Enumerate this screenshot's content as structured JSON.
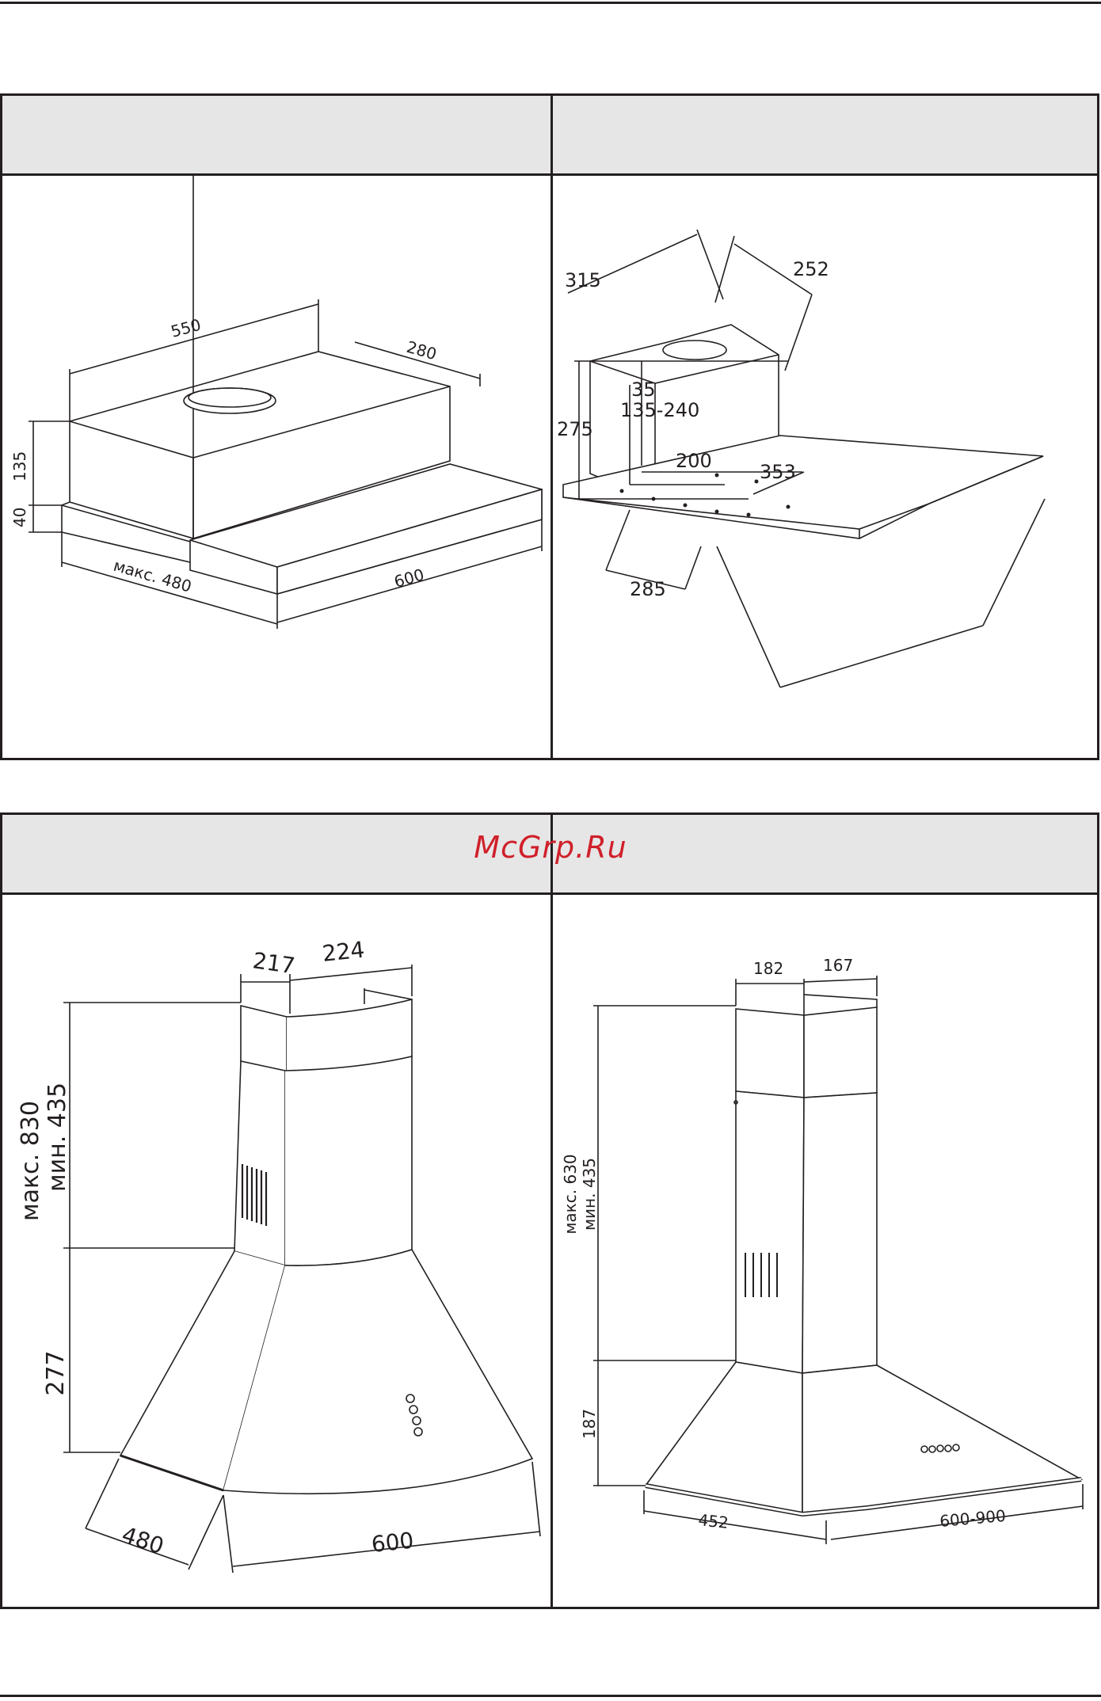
{
  "watermark": "McGrp.Ru",
  "colors": {
    "line": "#231f20",
    "header_bg": "#e6e6e6",
    "watermark": "#d0202a"
  },
  "drawings": {
    "telescopic": {
      "dim_width_top": "550",
      "dim_depth_top": "280",
      "dim_height_body": "135",
      "dim_height_panel": "40",
      "dim_max_extension": "макс. 480",
      "dim_width_front": "600"
    },
    "built_in": {
      "dim_315": "315",
      "dim_252": "252",
      "dim_275": "275",
      "dim_135_240": "135-240",
      "dim_35": "35",
      "dim_200": "200",
      "dim_353": "353",
      "dim_285": "285"
    },
    "dome_round": {
      "dim_217": "217",
      "dim_224": "224",
      "dim_max": "макс. 830",
      "dim_min": "мин. 435",
      "dim_277": "277",
      "dim_480": "480",
      "dim_600": "600"
    },
    "dome_pyramid": {
      "dim_182": "182",
      "dim_167": "167",
      "dim_max": "макс. 630",
      "dim_min": "мин. 435",
      "dim_187": "187",
      "dim_452": "452",
      "dim_600_900": "600-900"
    }
  }
}
